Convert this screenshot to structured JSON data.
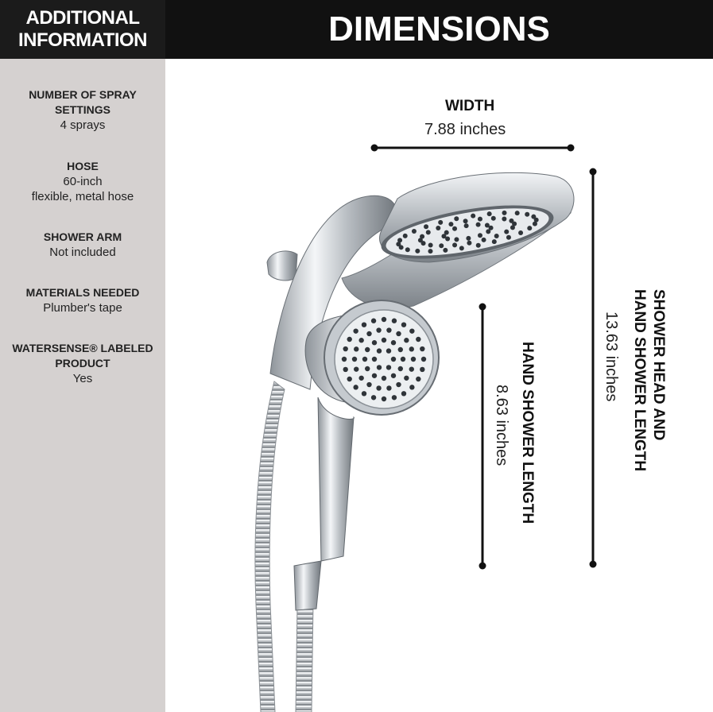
{
  "sidebar": {
    "header_line1": "ADDITIONAL",
    "header_line2": "INFORMATION",
    "items": [
      {
        "title_line1": "NUMBER OF SPRAY",
        "title_line2": "SETTINGS",
        "value_line1": "4 sprays",
        "value_line2": ""
      },
      {
        "title_line1": "HOSE",
        "title_line2": "",
        "value_line1": "60-inch",
        "value_line2": "flexible, metal hose"
      },
      {
        "title_line1": "SHOWER ARM",
        "title_line2": "",
        "value_line1": "Not included",
        "value_line2": ""
      },
      {
        "title_line1": "MATERIALS NEEDED",
        "title_line2": "",
        "value_line1": "Plumber's tape",
        "value_line2": ""
      },
      {
        "title_line1": "WATERSENSE® LABELED",
        "title_line2": "PRODUCT",
        "value_line1": "Yes",
        "value_line2": ""
      }
    ]
  },
  "main": {
    "title": "DIMENSIONS",
    "width": {
      "label": "WIDTH",
      "value": "7.88 inches"
    },
    "total_length": {
      "label_line1": "SHOWER HEAD AND",
      "label_line2": "HAND SHOWER LENGTH",
      "value": "13.63 inches"
    },
    "hand_length": {
      "label": "HAND SHOWER LENGTH",
      "value": "8.63 inches"
    }
  },
  "colors": {
    "header_bg": "#111111",
    "sidebar_bg": "#d5d1d0",
    "text": "#222222",
    "chrome": "#c9ccd0"
  }
}
